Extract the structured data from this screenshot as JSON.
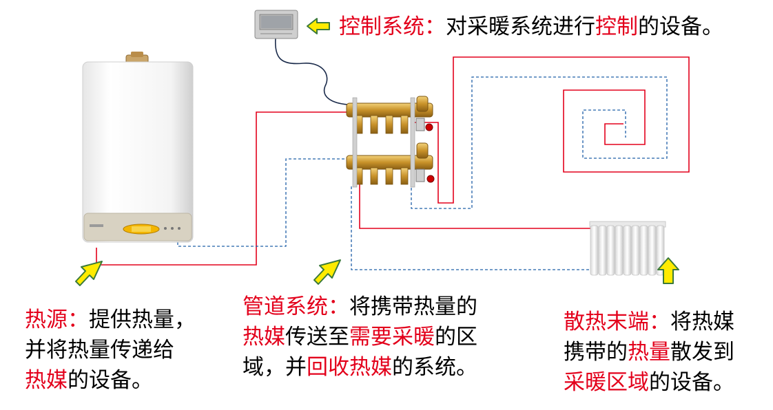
{
  "colors": {
    "accent_red": "#e3001b",
    "supply_pipe": "#e3001b",
    "return_pipe": "#1f5fa8",
    "arrow_fill": "#ffeb00",
    "arrow_stroke": "#3b7a3b"
  },
  "control": {
    "term": "控制系统：",
    "desc_a": "对采暖系统进行",
    "desc_hl": "控制",
    "desc_b": "的设备。"
  },
  "heat_source": {
    "term": "热源：",
    "line1_rest": "提供热量，",
    "line2": "并将热量传递给",
    "line3_hl": "热媒",
    "line3_rest": "的设备。"
  },
  "pipe_system": {
    "term": "管道系统：",
    "line1_rest": "将携带热量的",
    "line2_hl1": "热媒",
    "line2_mid": "传送至",
    "line2_hl2": "需要采暖",
    "line2_rest": "的区",
    "line3_a": "域，并",
    "line3_hl": "回收热媒",
    "line3_rest": "的系统。"
  },
  "terminal": {
    "term": "散热末端：",
    "line1_rest": "将热媒",
    "line2_a": "携带的",
    "line2_hl": "热量",
    "line2_rest": "散发到",
    "line3_hl": "采暖区域",
    "line3_rest": "的设备。"
  },
  "icons": [
    "thermostat-icon",
    "boiler-icon",
    "manifold-icon",
    "radiator-icon",
    "arrow-icon"
  ]
}
